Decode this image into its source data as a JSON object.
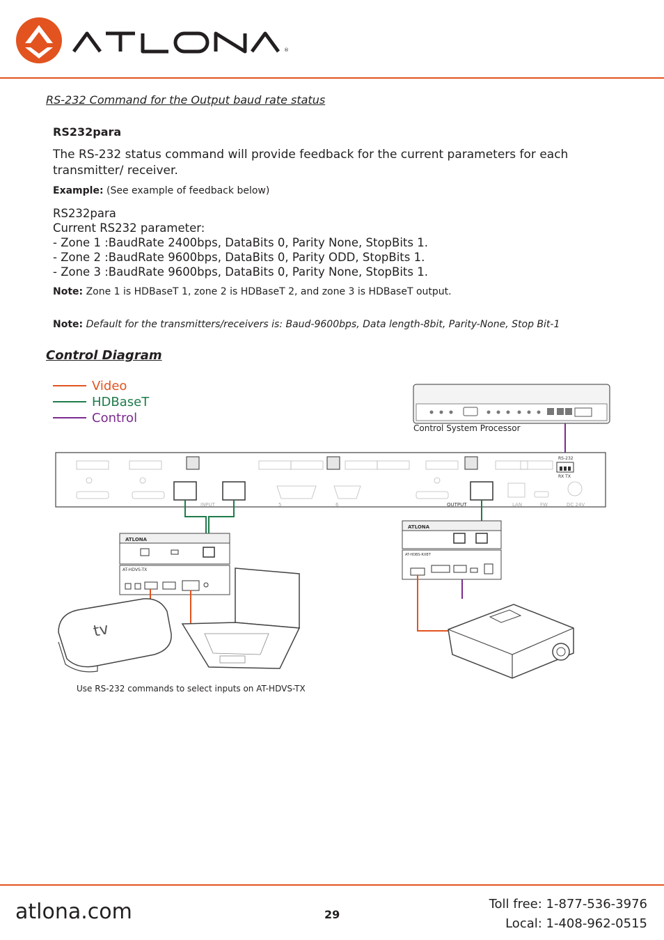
{
  "brand": {
    "name": "ATLONA",
    "accent_color": "#e2531f"
  },
  "section_title": "RS-232 Command for the Output baud rate status",
  "command": {
    "name": "RS232para",
    "description": "The RS-232 status command will provide feedback for the current parameters for each transmitter/ receiver.",
    "example_label": "Example:",
    "example_text": " (See example of feedback below)",
    "feedback_lines": [
      "RS232para",
      "Current RS232 parameter:",
      "- Zone 1 :BaudRate 2400bps, DataBits 0, Parity None, StopBits 1.",
      "- Zone 2 :BaudRate 9600bps, DataBits 0, Parity ODD, StopBits 1.",
      "- Zone 3 :BaudRate 9600bps, DataBits 0, Parity None, StopBits 1."
    ],
    "note1_label": "Note:",
    "note1_text": " Zone 1 is HDBaseT 1, zone 2 is HDBaseT 2, and zone 3 is HDBaseT output."
  },
  "note2": {
    "label": "Note:",
    "text": " Default for the transmitters/receivers is: Baud-9600bps, Data length-8bit, Parity-None, Stop Bit-1"
  },
  "diagram": {
    "title": "Control Diagram",
    "legend": [
      {
        "label": "Video",
        "color": "#e2531f"
      },
      {
        "label": "HDBaseT",
        "color": "#1e7b4a"
      },
      {
        "label": "Control",
        "color": "#7b2a8e"
      }
    ],
    "control_processor_label": "Control System Processor",
    "switcher_labels": {
      "input": "INPUT",
      "output": "OUTPUT",
      "lan": "LAN",
      "fw": "FW",
      "dc": "DC 24V",
      "rs232": "RS-232",
      "rx_tx": "RX TX",
      "input5": "5",
      "input6": "6"
    },
    "transmitter_label": "AT-HDVS-TX",
    "receiver_label": "AT-HDBS-RXBT",
    "usage_note": "Use RS-232 commands to select inputs on AT-HDVS-TX"
  },
  "footer": {
    "site": "atlona.com",
    "page_number": "29",
    "toll_free": "Toll free: 1-877-536-3976",
    "local": "Local: 1-408-962-0515"
  }
}
